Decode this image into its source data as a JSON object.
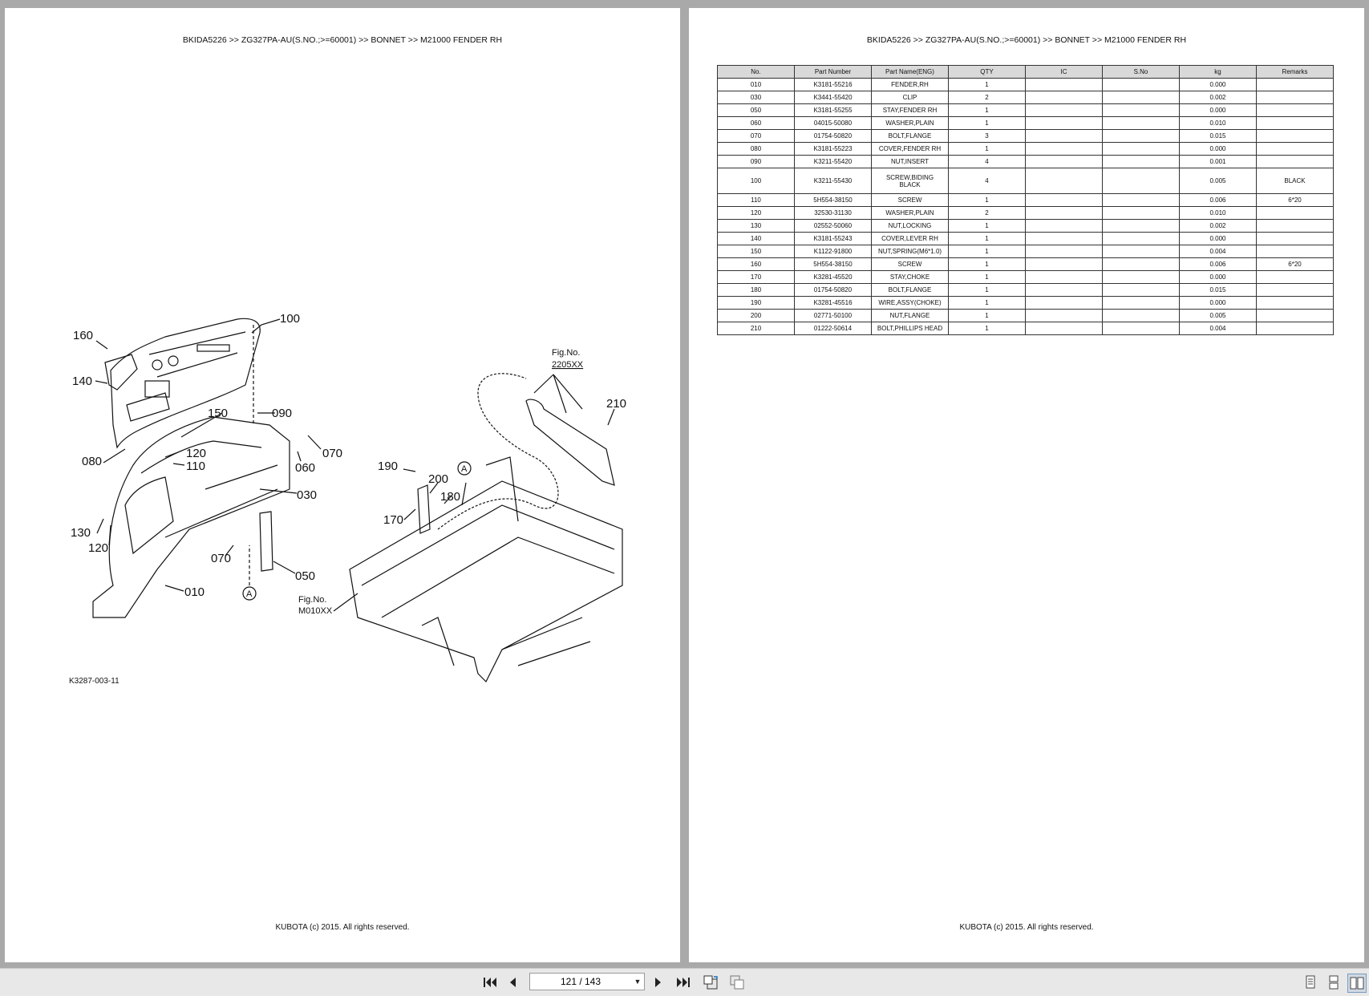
{
  "breadcrumb_text": "BKIDA5226 >> ZG327PA-AU(S.NO.;>=60001) >> BONNET >> M21000   FENDER RH",
  "footer_text": "KUBOTA (c) 2015. All rights reserved.",
  "diagram": {
    "callouts": {
      "c100": "100",
      "c160": "160",
      "c140": "140",
      "c150": "150",
      "c090": "090",
      "c070a": "070",
      "c060": "060",
      "c080": "080",
      "c120a": "120",
      "c110": "110",
      "c030": "030",
      "c130": "130",
      "c120b": "120",
      "c070b": "070",
      "c050": "050",
      "c010": "010",
      "c190": "190",
      "c200": "200",
      "c180": "180",
      "c170": "170",
      "c210": "210",
      "marker_a1": "A",
      "marker_a2": "A"
    },
    "fig_label_1": "Fig.No.",
    "fig_ref_1": "2205XX",
    "fig_label_2": "Fig.No.",
    "fig_ref_2": "M010XX",
    "drawing_code": "K3287-003-11"
  },
  "table": {
    "headers": [
      "No.",
      "Part Number",
      "Part Name(ENG)",
      "QTY",
      "IC",
      "S.No",
      "kg",
      "Remarks"
    ],
    "rows": [
      [
        "010",
        "K3181-55216",
        "FENDER,RH",
        "1",
        "",
        "",
        "0.000",
        ""
      ],
      [
        "030",
        "K3441-55420",
        "CLIP",
        "2",
        "",
        "",
        "0.002",
        ""
      ],
      [
        "050",
        "K3181-55255",
        "STAY,FENDER RH",
        "1",
        "",
        "",
        "0.000",
        ""
      ],
      [
        "060",
        "04015-50080",
        "WASHER,PLAIN",
        "1",
        "",
        "",
        "0.010",
        ""
      ],
      [
        "070",
        "01754-50820",
        "BOLT,FLANGE",
        "3",
        "",
        "",
        "0.015",
        ""
      ],
      [
        "080",
        "K3181-55223",
        "COVER,FENDER RH",
        "1",
        "",
        "",
        "0.000",
        ""
      ],
      [
        "090",
        "K3211-55420",
        "NUT,INSERT",
        "4",
        "",
        "",
        "0.001",
        ""
      ],
      [
        "100",
        "K3211-55430",
        "SCREW,BIDING BLACK",
        "4",
        "",
        "",
        "0.005",
        "BLACK"
      ],
      [
        "110",
        "5H554-38150",
        "SCREW",
        "1",
        "",
        "",
        "0.006",
        "6*20"
      ],
      [
        "120",
        "32530-31130",
        "WASHER,PLAIN",
        "2",
        "",
        "",
        "0.010",
        ""
      ],
      [
        "130",
        "02552-50060",
        "NUT,LOCKING",
        "1",
        "",
        "",
        "0.002",
        ""
      ],
      [
        "140",
        "K3181-55243",
        "COVER,LEVER RH",
        "1",
        "",
        "",
        "0.000",
        ""
      ],
      [
        "150",
        "K1122-91800",
        "NUT,SPRING(M6*1.0)",
        "1",
        "",
        "",
        "0.004",
        ""
      ],
      [
        "160",
        "5H554-38150",
        "SCREW",
        "1",
        "",
        "",
        "0.006",
        "6*20"
      ],
      [
        "170",
        "K3281-45520",
        "STAY,CHOKE",
        "1",
        "",
        "",
        "0.000",
        ""
      ],
      [
        "180",
        "01754-50820",
        "BOLT,FLANGE",
        "1",
        "",
        "",
        "0.015",
        ""
      ],
      [
        "190",
        "K3281-45516",
        "WIRE,ASSY(CHOKE)",
        "1",
        "",
        "",
        "0.000",
        ""
      ],
      [
        "200",
        "02771-50100",
        "NUT,FLANGE",
        "1",
        "",
        "",
        "0.005",
        ""
      ],
      [
        "210",
        "01222-50614",
        "BOLT,PHILLIPS HEAD",
        "1",
        "",
        "",
        "0.004",
        ""
      ]
    ]
  },
  "toolbar": {
    "page_indicator": "121 / 143",
    "icons": [
      "first-page-icon",
      "previous-page-icon",
      "next-page-icon",
      "last-page-icon",
      "rotate-page-icon",
      "copy-page-icon",
      "single-page-view-icon",
      "continuous-view-icon",
      "two-page-view-icon"
    ]
  }
}
